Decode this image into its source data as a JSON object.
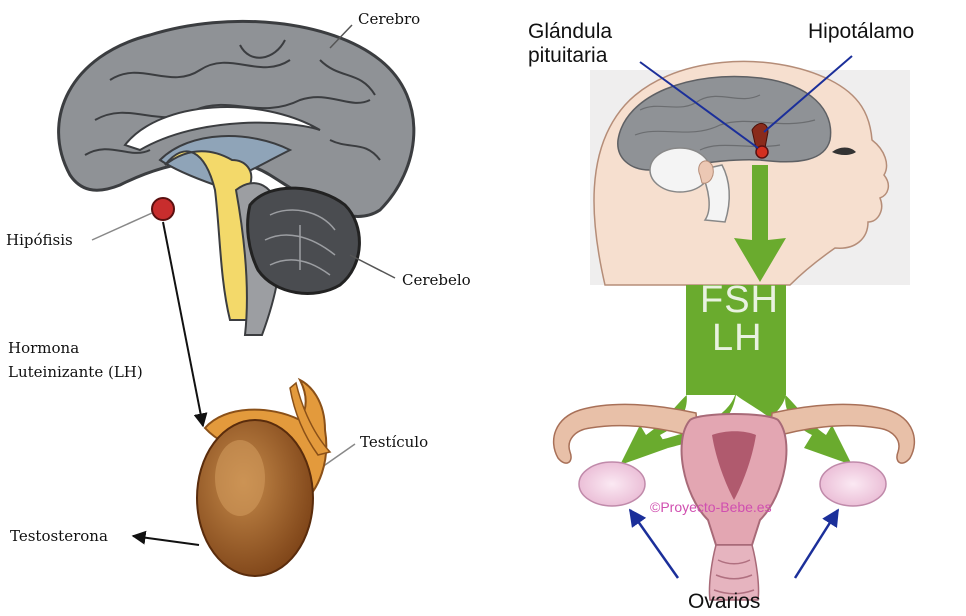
{
  "left_panel": {
    "labels": {
      "cerebro": "Cerebro",
      "hipofisis": "Hipófisis",
      "cerebelo": "Cerebelo",
      "hormona_line1": "Hormona",
      "hormona_line2": "Luteinizante (LH)",
      "testiculo": "Testículo",
      "testosterona": "Testosterona"
    }
  },
  "right_panel": {
    "labels": {
      "glandula_line1": "Glándula",
      "glandula_line2": "pituitaria",
      "hipotalamo": "Hipotálamo",
      "fsh": "FSH",
      "lh": "LH",
      "watermark": "©Proyecto-Bebe.es",
      "ovarios": "Ovarios"
    }
  },
  "colors": {
    "brain_gray": "#8f9296",
    "ventricle_blue": "#8fa4b8",
    "spinal_yellow": "#f3d96a",
    "gland_red": "#c82d2d",
    "testis_brown": "#9a5a2a",
    "arrow_green": "#6aab2e",
    "uterus_pink": "#e3a6b2",
    "pointer_blue": "#1b2f9a"
  }
}
